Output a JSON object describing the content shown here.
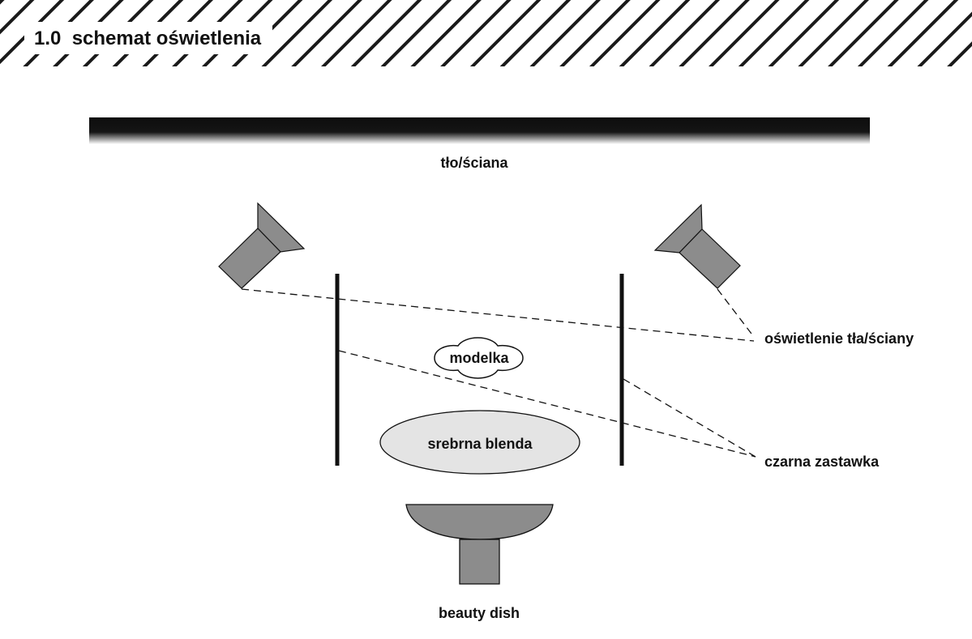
{
  "header": {
    "title": "1.0  schemat oświetlenia"
  },
  "diagram": {
    "background_label": "tło/ściana",
    "model_label": "modelka",
    "reflector_label": "srebrna blenda",
    "beauty_dish_label": "beauty dish",
    "callout_background_lights": "oświetlenie tła/ściany",
    "callout_flags": "czarna zastawka"
  },
  "colors": {
    "ink": "#111111",
    "lamp_fill": "#8c8c8c",
    "reflector_fill": "#e4e4e4",
    "hatch": "#1a1a1a"
  }
}
